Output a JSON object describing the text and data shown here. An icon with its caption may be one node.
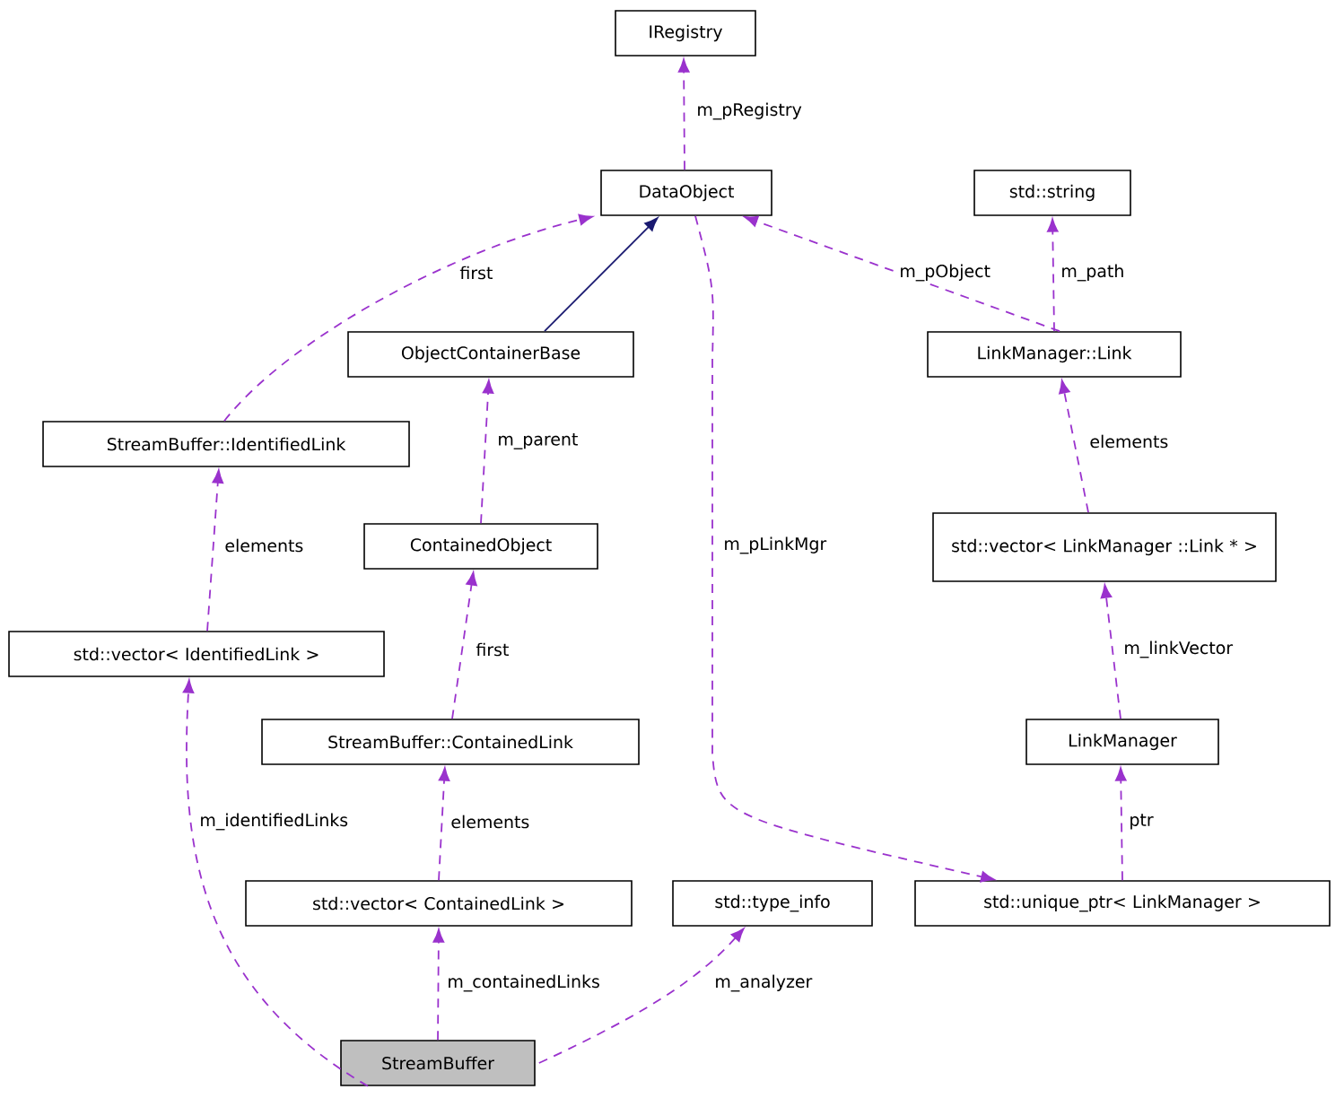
{
  "diagram": {
    "nodes": [
      {
        "text": [
          "IRegistry"
        ]
      },
      {
        "text": [
          "DataObject"
        ]
      },
      {
        "text": [
          "std::string"
        ]
      },
      {
        "text": [
          "ObjectContainerBase"
        ]
      },
      {
        "text": [
          "LinkManager::Link"
        ]
      },
      {
        "text": [
          "StreamBuffer::IdentifiedLink"
        ]
      },
      {
        "text": [
          "ContainedObject"
        ]
      },
      {
        "text": [
          "std::vector< LinkManager ::Link * >"
        ]
      },
      {
        "text": [
          "std::vector< IdentifiedLink >"
        ]
      },
      {
        "text": [
          "StreamBuffer::ContainedLink"
        ]
      },
      {
        "text": [
          "LinkManager"
        ]
      },
      {
        "text": [
          "std::vector< ContainedLink >"
        ]
      },
      {
        "text": [
          "std::type_info"
        ]
      },
      {
        "text": [
          "std::unique_ptr< LinkManager >"
        ]
      },
      {
        "text": [
          "StreamBuffer"
        ]
      }
    ],
    "edges": [
      {
        "from": 1,
        "to": 0,
        "arrow": "to",
        "label": "m_pRegistry",
        "style": "dashed"
      },
      {
        "from": 3,
        "to": 1,
        "arrow": "to",
        "color": "#191970"
      },
      {
        "from": 5,
        "to": 1,
        "arrow": "to",
        "label": "first",
        "style": "dashed"
      },
      {
        "from": 4,
        "to": 1,
        "arrow": "to",
        "label": "m_pObject",
        "style": "dashed"
      },
      {
        "from": 4,
        "to": 2,
        "arrow": "to",
        "label": "m_path",
        "style": "dashed"
      },
      {
        "from": 6,
        "to": 3,
        "arrow": "to",
        "label": "m_parent",
        "style": "dashed"
      },
      {
        "from": 7,
        "to": 4,
        "arrow": "to",
        "label": "elements",
        "style": "dashed"
      },
      {
        "from": 8,
        "to": 5,
        "arrow": "to",
        "label": "elements",
        "style": "dashed"
      },
      {
        "from": 1,
        "to": 13,
        "arrow": "to",
        "label": "m_pLinkMgr",
        "style": "dashed"
      },
      {
        "from": 9,
        "to": 6,
        "arrow": "to",
        "label": "first",
        "style": "dashed"
      },
      {
        "from": 10,
        "to": 7,
        "arrow": "to",
        "label": "m_linkVector",
        "style": "dashed"
      },
      {
        "from": 14,
        "to": 8,
        "arrow": "to",
        "label": "m_identifiedLinks",
        "style": "dashed"
      },
      {
        "from": 11,
        "to": 9,
        "arrow": "to",
        "label": "elements",
        "style": "dashed"
      },
      {
        "from": 13,
        "to": 10,
        "arrow": "to",
        "label": "ptr",
        "style": "dashed"
      },
      {
        "from": 14,
        "to": 11,
        "arrow": "to",
        "label": "m_containedLinks",
        "style": "dashed"
      },
      {
        "from": 14,
        "to": 12,
        "arrow": "to",
        "label": "m_analyzer",
        "style": "dashed"
      }
    ]
  }
}
